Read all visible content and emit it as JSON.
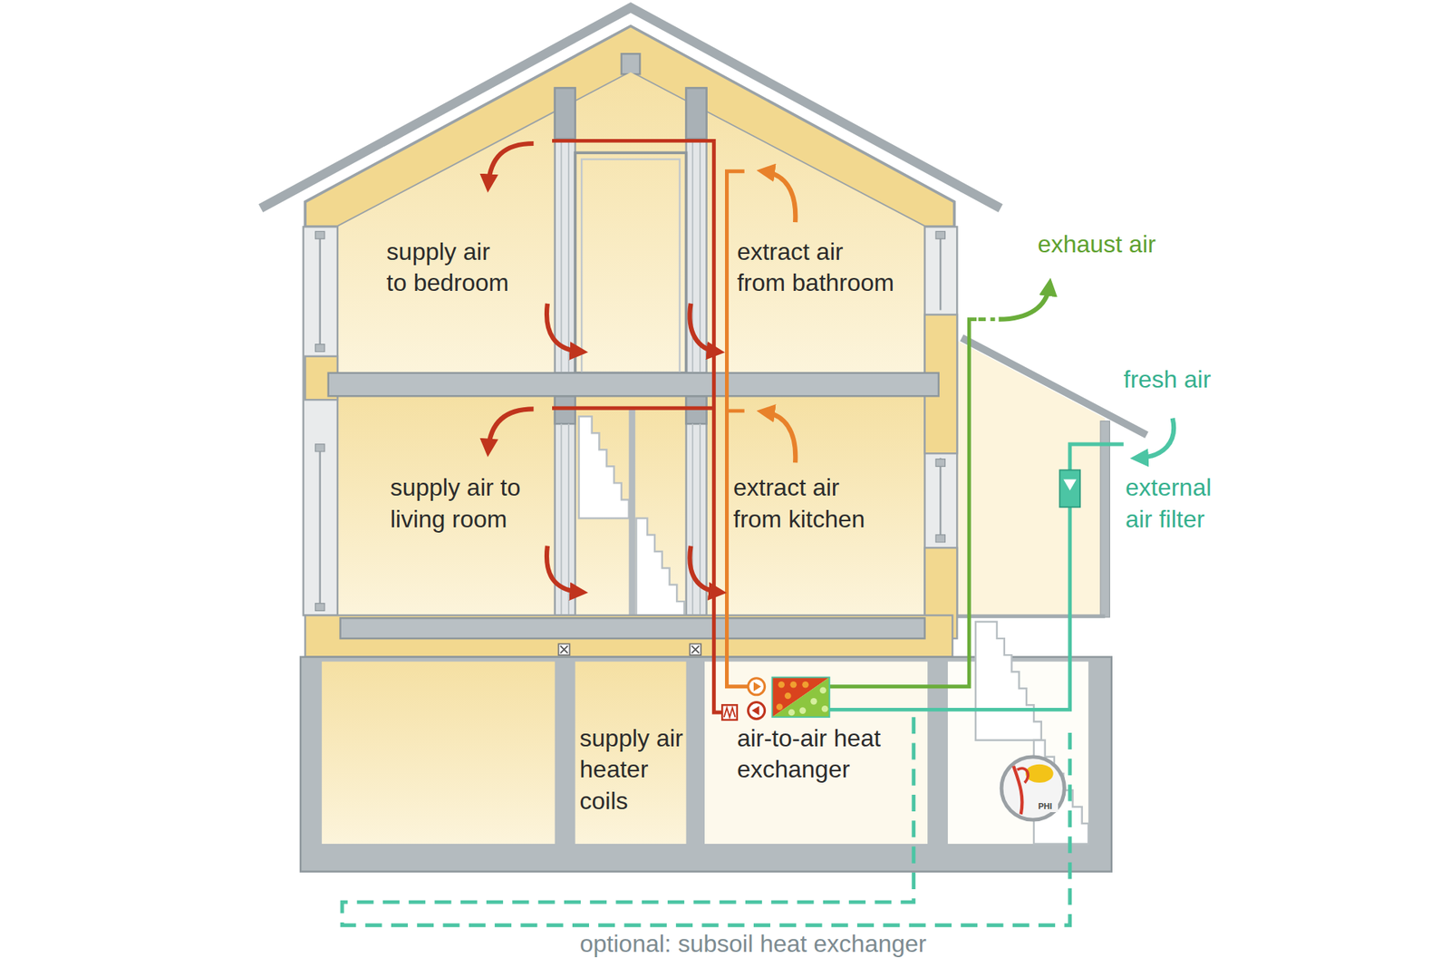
{
  "diagram": {
    "nodes": [
      {
        "text": [
          "supply air to bedroom"
        ]
      },
      {
        "text": [
          "extract air from bathroom"
        ]
      },
      {
        "text": [
          "supply air to living room"
        ]
      },
      {
        "text": [
          "extract air from kitchen"
        ]
      },
      {
        "text": [
          "supply air heater coils"
        ]
      },
      {
        "text": [
          "air-to-air heat exchanger"
        ]
      }
    ],
    "labels": [
      "exhaust air",
      "fresh air",
      "external air filter",
      "optional: subsoil heat exchanger",
      "PHI"
    ]
  }
}
